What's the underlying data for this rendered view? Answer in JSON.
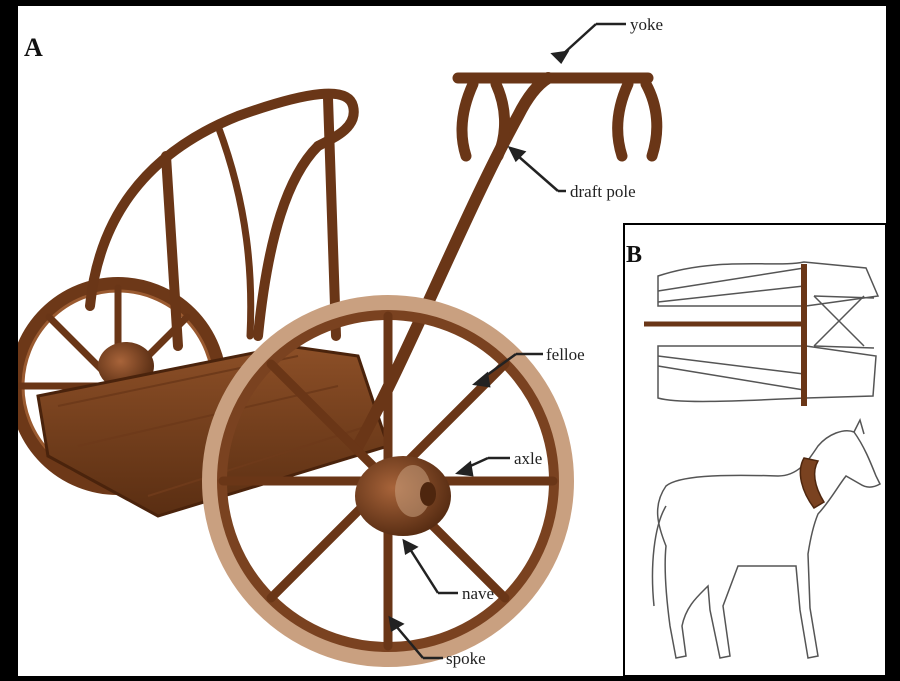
{
  "panels": {
    "a": "A",
    "b": "B"
  },
  "labels": {
    "yoke": "yoke",
    "draft_pole": "draft pole",
    "felloe": "felloe",
    "axle": "axle",
    "nave": "nave",
    "spoke": "spoke"
  },
  "colors": {
    "wood_dark": "#5a2e12",
    "wood": "#7a4220",
    "wood_light": "#a7673a",
    "tire": "#c9a080",
    "sketch": "#555555",
    "background": "#ffffff",
    "border": "#000000"
  }
}
